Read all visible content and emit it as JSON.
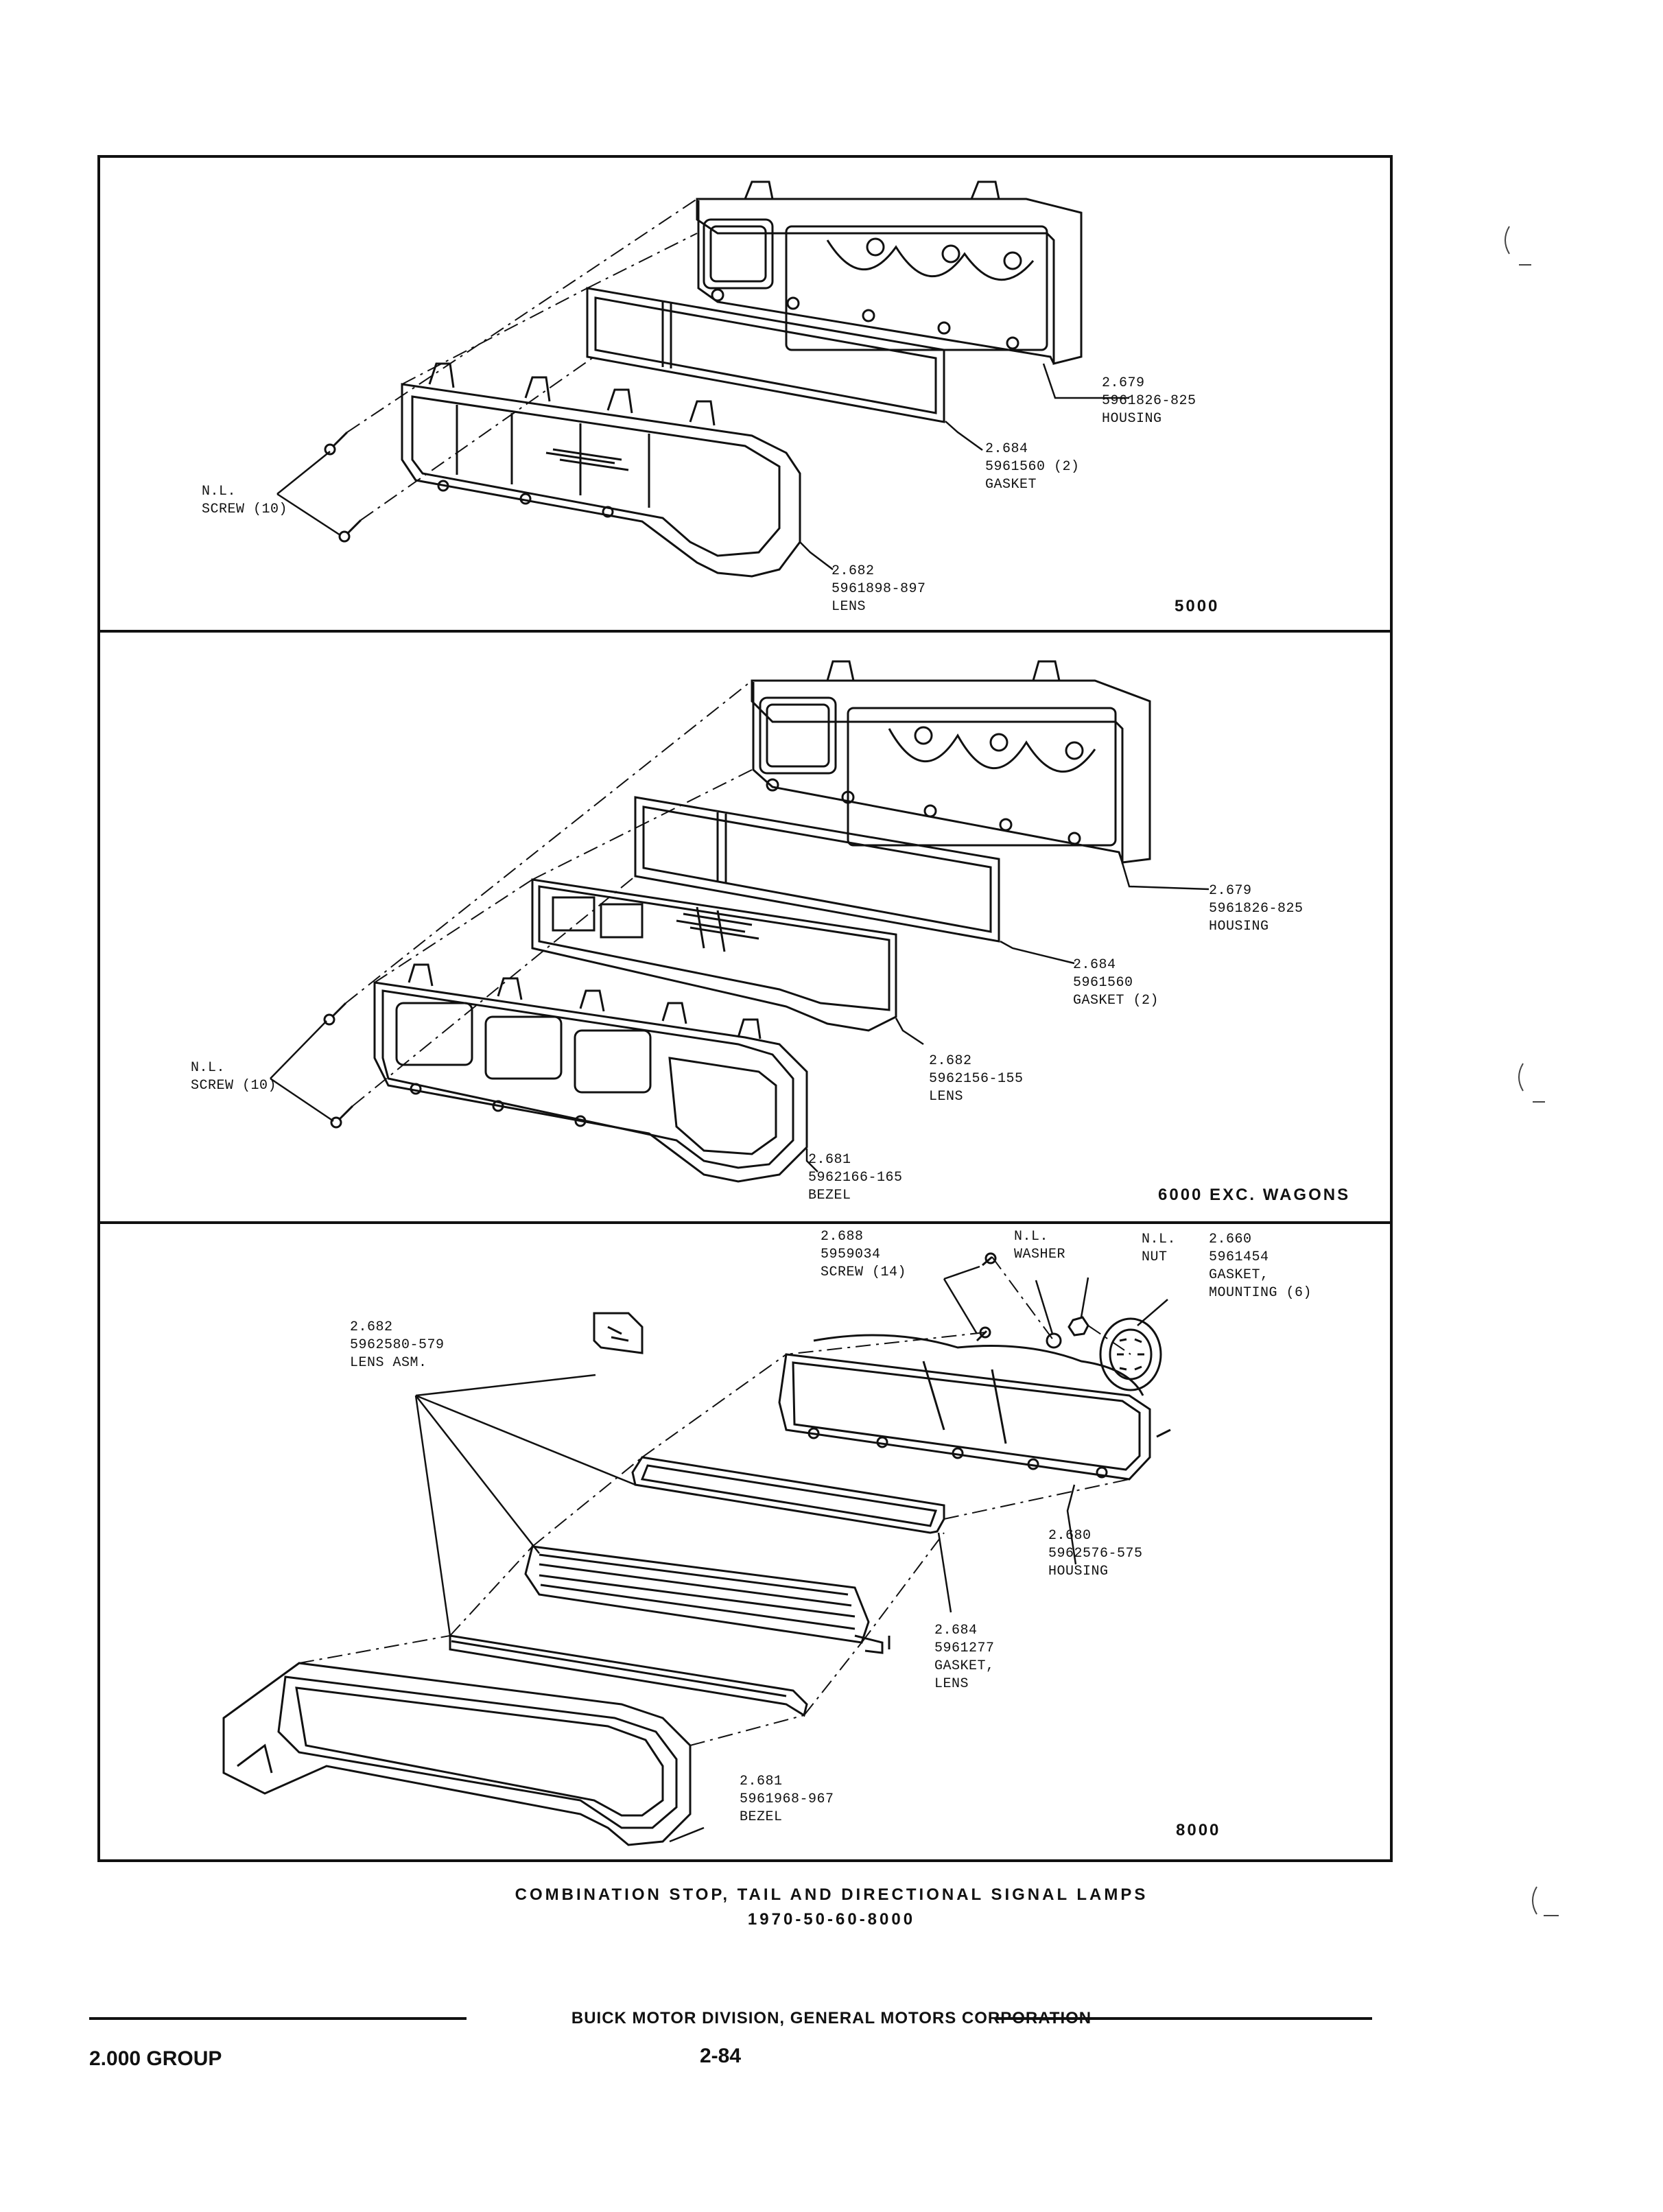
{
  "panels": [
    {
      "model": "5000",
      "labels": [
        {
          "id": "housing",
          "lines": [
            "2.679",
            "5961826-825",
            "HOUSING"
          ]
        },
        {
          "id": "gasket",
          "lines": [
            "2.684",
            "5961560 (2)",
            "GASKET"
          ]
        },
        {
          "id": "screw",
          "lines": [
            "N.L.",
            "SCREW (10)"
          ]
        },
        {
          "id": "lens",
          "lines": [
            "2.682",
            "5961898-897",
            "LENS"
          ]
        }
      ]
    },
    {
      "model": "6000 EXC. WAGONS",
      "labels": [
        {
          "id": "housing",
          "lines": [
            "2.679",
            "5961826-825",
            "HOUSING"
          ]
        },
        {
          "id": "gasket",
          "lines": [
            "2.684",
            "5961560",
            "GASKET (2)"
          ]
        },
        {
          "id": "lens",
          "lines": [
            "2.682",
            "5962156-155",
            "LENS"
          ]
        },
        {
          "id": "screw",
          "lines": [
            "N.L.",
            "SCREW (10)"
          ]
        },
        {
          "id": "bezel",
          "lines": [
            "2.681",
            "5962166-165",
            "BEZEL"
          ]
        }
      ]
    },
    {
      "model": "8000",
      "labels": [
        {
          "id": "screw",
          "lines": [
            "2.688",
            "5959034",
            "SCREW (14)"
          ]
        },
        {
          "id": "washer",
          "lines": [
            "N.L.",
            "WASHER"
          ]
        },
        {
          "id": "nut",
          "lines": [
            "N.L.",
            "NUT"
          ]
        },
        {
          "id": "mounting-gasket",
          "lines": [
            "2.660",
            "5961454",
            "GASKET,",
            "MOUNTING (6)"
          ]
        },
        {
          "id": "lens-asm",
          "lines": [
            "2.682",
            "5962580-579",
            "LENS ASM."
          ]
        },
        {
          "id": "housing",
          "lines": [
            "2.680",
            "5962576-575",
            "HOUSING"
          ]
        },
        {
          "id": "lens-gasket",
          "lines": [
            "2.684",
            "5961277",
            "GASKET,",
            "LENS"
          ]
        },
        {
          "id": "bezel",
          "lines": [
            "2.681",
            "5961968-967",
            "BEZEL"
          ]
        }
      ]
    }
  ],
  "caption": {
    "title": "COMBINATION STOP, TAIL AND DIRECTIONAL SIGNAL LAMPS",
    "subtitle": "1970-50-60-8000"
  },
  "footer": {
    "division": "BUICK MOTOR DIVISION, GENERAL MOTORS CORPORATION",
    "group": "2.000 GROUP",
    "page": "2-84"
  }
}
